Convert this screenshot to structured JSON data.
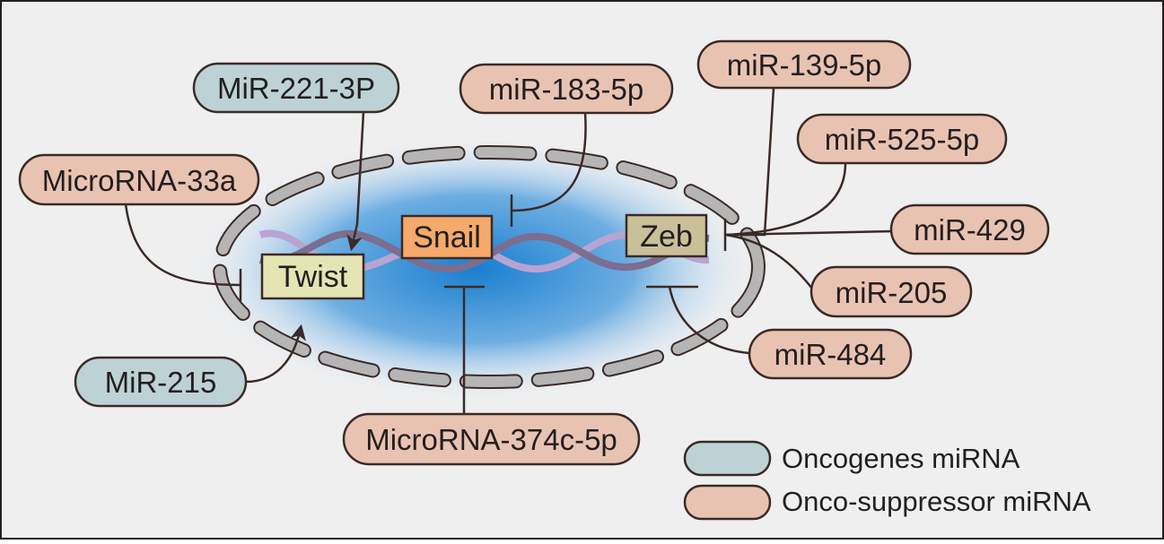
{
  "colors": {
    "background": "#efefef",
    "oncogene_fill": "#bdd2d4",
    "suppressor_fill": "#e9c3b2",
    "twist_fill": "#e4e5b3",
    "snail_fill": "#f5a96a",
    "zeb_fill": "#c9c09a",
    "outline": "#3b2a26",
    "membrane_fill": "#b5b5b5",
    "nucleus_core": "#1a7fcf",
    "dna_dark": "#7b6e90",
    "dna_light": "#b8a4d3"
  },
  "genes": {
    "twist": "Twist",
    "snail": "Snail",
    "zeb": "Zeb"
  },
  "mirnas": {
    "mir_221_3p": "MiR-221-3P",
    "microrna_33a": "MicroRNA-33a",
    "mir_215": "MiR-215",
    "mir_183_5p": "miR-183-5p",
    "microrna_374c_5p": "MicroRNA-374c-5p",
    "mir_139_5p": "miR-139-5p",
    "mir_525_5p": "miR-525-5p",
    "mir_429": "miR-429",
    "mir_205": "miR-205",
    "mir_484": "miR-484"
  },
  "legend": {
    "oncogenes": "Oncogenes miRNA",
    "onco_suppressor": "Onco-suppressor miRNA"
  }
}
